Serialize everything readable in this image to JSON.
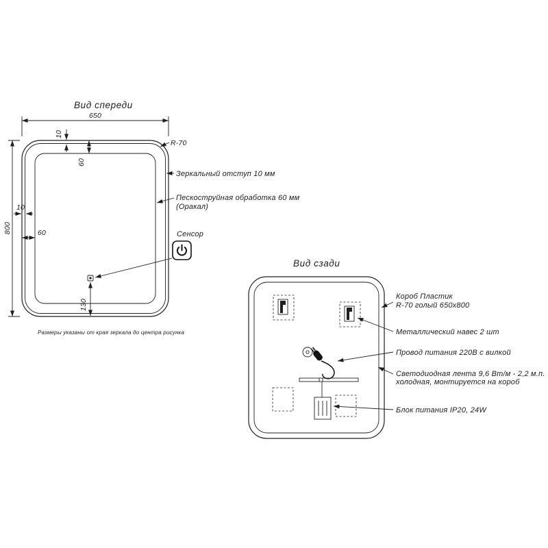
{
  "meta": {
    "background_color": "#ffffff",
    "line_color": "#1f1f1f"
  },
  "front_view": {
    "title": "Вид спереди",
    "dimensions": {
      "width": "650",
      "height": "800",
      "corner_radius": "R-70",
      "top_offset": "10",
      "top_sandblast": "60",
      "left_offset": "10",
      "left_sandblast": "60",
      "sensor_from_bottom": "130"
    },
    "annotations": {
      "mirror_offset": "Зеркальный отступ 10 мм",
      "sandblast_line1": "Пескоструйная обработка 60 мм",
      "sandblast_line2": "(Оракал)",
      "sensor_label": "Сенсор",
      "sensor_icon": "power-icon"
    },
    "footnote": "Размеры указаны от края зеркала до центра рисунка"
  },
  "back_view": {
    "title": "Вид сзади",
    "annotations": {
      "box_line1": "Короб Пластик",
      "box_line2": "R-70 голый 650x800",
      "hangers": "Металлический навес 2 шт",
      "power_cord": "Провод питания 220В с вилкой",
      "led_line1": "Светодиодная лента 9,6 Вт/м - 2,2 м.п.",
      "led_line2": "холодная, монтируется на короб",
      "power_supply": "Блок питания IP20, 24W"
    }
  }
}
